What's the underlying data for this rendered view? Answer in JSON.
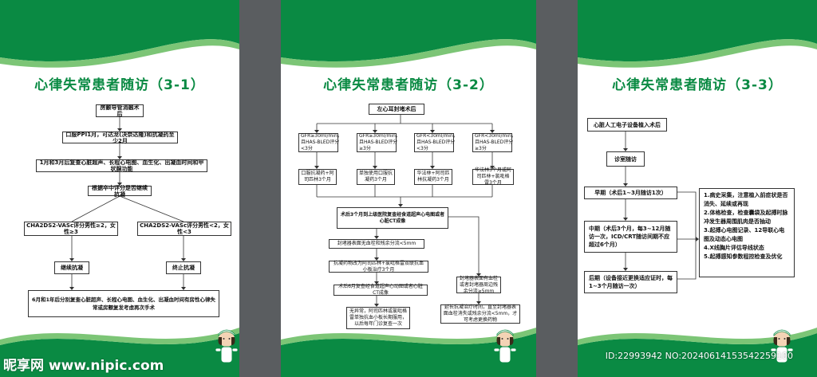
{
  "colors": {
    "brand_green": "#0a8a43",
    "light_green": "#7cc576",
    "frame": "#5a5d60"
  },
  "panel1": {
    "title": "心律失常患者随访（3-1）",
    "box_start": "房颤导管消融术后",
    "box_ppi": "口服PPI1月，可达龙(决奈达隆)和抗凝药至少2月",
    "box_followup": "1月和3月后复查心脏超声、长程心电图、血生化、出凝血时间和甲状腺功能",
    "box_eval": "根据卒中评分是否继续抗凝",
    "box_high": "CHA2DS2-VASc评分男性≥2，女性≥3",
    "box_low": "CHA2DS2-VASc评分男性<2，女性<3",
    "box_continue": "继续抗凝",
    "box_stop": "终止抗凝",
    "box_final": "6月和1年后分别复查心脏超声、长程心电图、血生化、出凝血时间有房性心律失常或房颤复发考虑再次手术"
  },
  "panel2": {
    "title": "心律失常患者随访（3-2）",
    "box_start": "左心耳封堵术后",
    "crit": [
      "GFR≥30ml/min，且HAS-BLED评分<3分",
      "GFR≥30ml/min，且HAS-BLED评分≥3分",
      "GFR<30ml/min，且HAS-BLED评分<3分",
      "GFR<30ml/min，且HAS-BLED评分≥3分"
    ],
    "tx": [
      "口服抗凝药+阿司匹林3个月",
      "单独使用口服抗凝药3个月",
      "华法林+阿司匹林抗凝药3个月",
      "华法林3个月或阿司匹林+氯吡格雷3个月"
    ],
    "box_3m": "术后3个月到上级医院复查经食道超声心电图或者心脏CT成像",
    "box_seal": "封堵器表面无血栓和残余分流<5mm",
    "box_switch": "抗凝药物改为阿司匹林+氯吡格雷双联抗血小板治疗3个月",
    "box_6m": "术后6月复查经食道超声心动图或者心脏CT成像",
    "box_final": "无异常，阿司匹林或氯吡格雷单独抗血小板长期服用，以后每年门诊复查一次",
    "box_thrombus": "封堵器表面有血栓或者封堵器周边残余分流≥5mm",
    "box_extend": "延长抗凝治疗时间，直至封堵器表面血栓消失或残余分流<5mm，才可考虑更换药物"
  },
  "panel3": {
    "title": "心律失常患者随访（3-3）",
    "box_start": "心脏人工电子设备植入术后",
    "box_clinic": "诊室随访",
    "box_early": "早期（术后1~3月随访1次）",
    "box_mid": "中期（术后3个月，每3~12月随访一次，ICD/CRT随访间期不应超过6个月）",
    "box_late": "后期（设备接近更换适应证时，每1~3个月随访一次）",
    "box_items": "1.病史采集，注意植入前症状是否消失、延续或再现\n2.体格检查，检查囊袋及起搏时脉冲发生器周围肌肉是否抽动\n3.起搏心电图记录、12导联心电图及动态心电图\n4.X线胸片评估导线状态\n5.起搏感知参数程控检查及优化"
  },
  "watermark": {
    "site": "昵享网 www.nipic.com",
    "id": "ID:22993942 NO:20240614153542259100"
  }
}
